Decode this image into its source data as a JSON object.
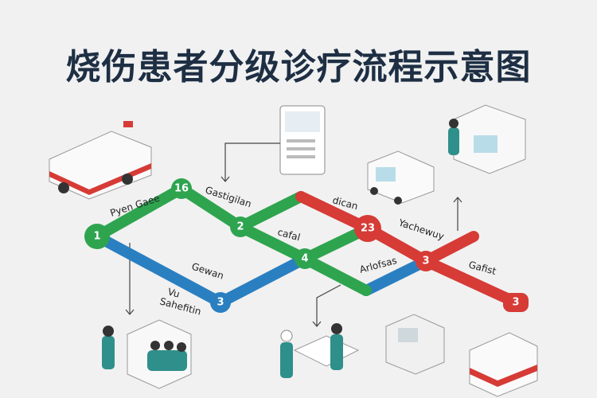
{
  "title": "烧伤患者分级诊疗流程示意图",
  "colors": {
    "green": "#2ea44f",
    "blue": "#2a7fc1",
    "red": "#d63b36",
    "title": "#1e2f44"
  },
  "nodes": {
    "n1": "1",
    "n16": "16",
    "n2": "2",
    "n4": "4",
    "n23": "23",
    "n3_red": "3",
    "n3_blue": "3",
    "n3_end": "3"
  },
  "labels": {
    "l1": "Pyen Gaee",
    "l2": "Gastigilan",
    "l3": "dican",
    "l4": "cafal",
    "l5": "Gewan",
    "l6a": "Vu",
    "l6b": "Sahefitin",
    "l7": "Yachewuy",
    "l8": "Arlofsas",
    "l9": "Gafist"
  }
}
